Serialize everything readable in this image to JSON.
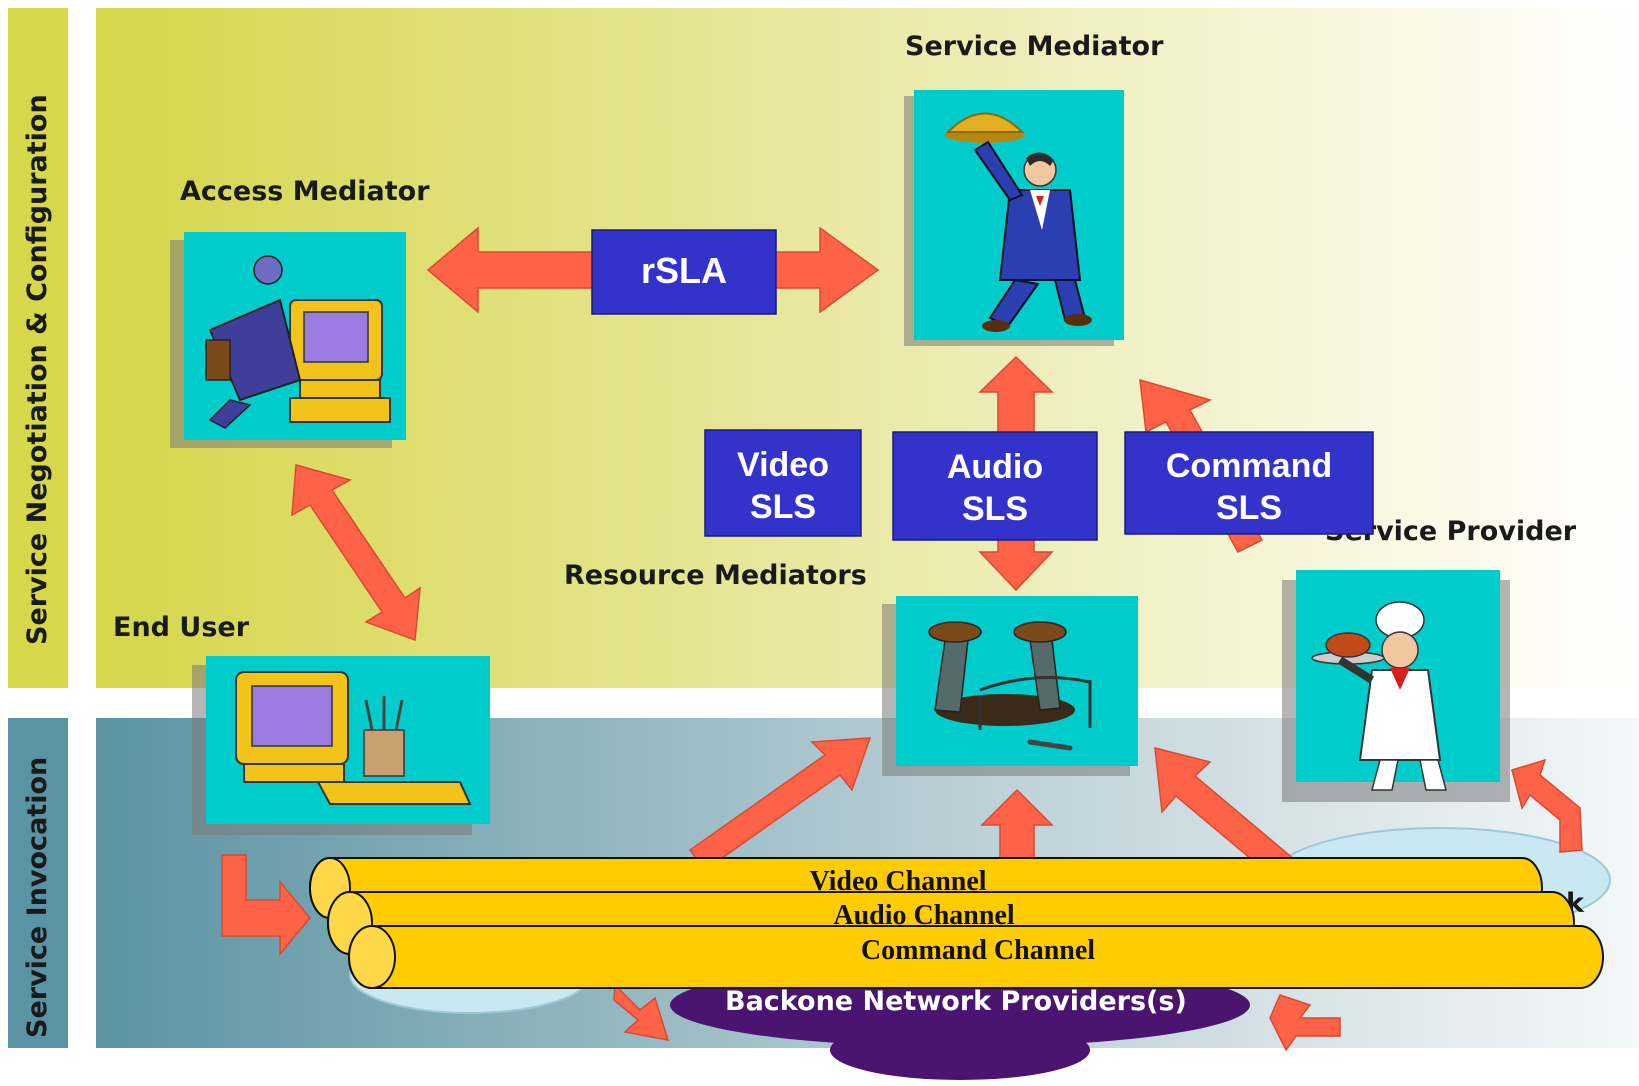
{
  "bands": {
    "top_label": "Service Negotiation & Configuration",
    "bottom_label": "Service Invocation"
  },
  "nodes": {
    "service_mediator": "Service Mediator",
    "access_mediator": "Access Mediator",
    "resource_mediators": "Resource Mediators",
    "end_user": "End User",
    "service_provider": "Service Provider"
  },
  "tags": {
    "rsla": "rSLA",
    "video_sls": [
      "Video",
      "SLS"
    ],
    "audio_sls": [
      "Audio",
      "SLS"
    ],
    "command_sls": [
      "Command",
      "SLS"
    ]
  },
  "channels": {
    "video": "Video Channel",
    "audio": "Audio Channel",
    "command": "Command Channel"
  },
  "network": {
    "backbone": "Backone Network Providers(s)",
    "partial_label": "k"
  },
  "colors": {
    "band_top": "#d6d84a",
    "band_bottom": "#5a93a3",
    "box_blue": "#3333cc",
    "arrow": "#ff6347",
    "icon_bg": "#00cccc",
    "channel": "#ffcc00",
    "cloud_dark": "#4b1470"
  }
}
